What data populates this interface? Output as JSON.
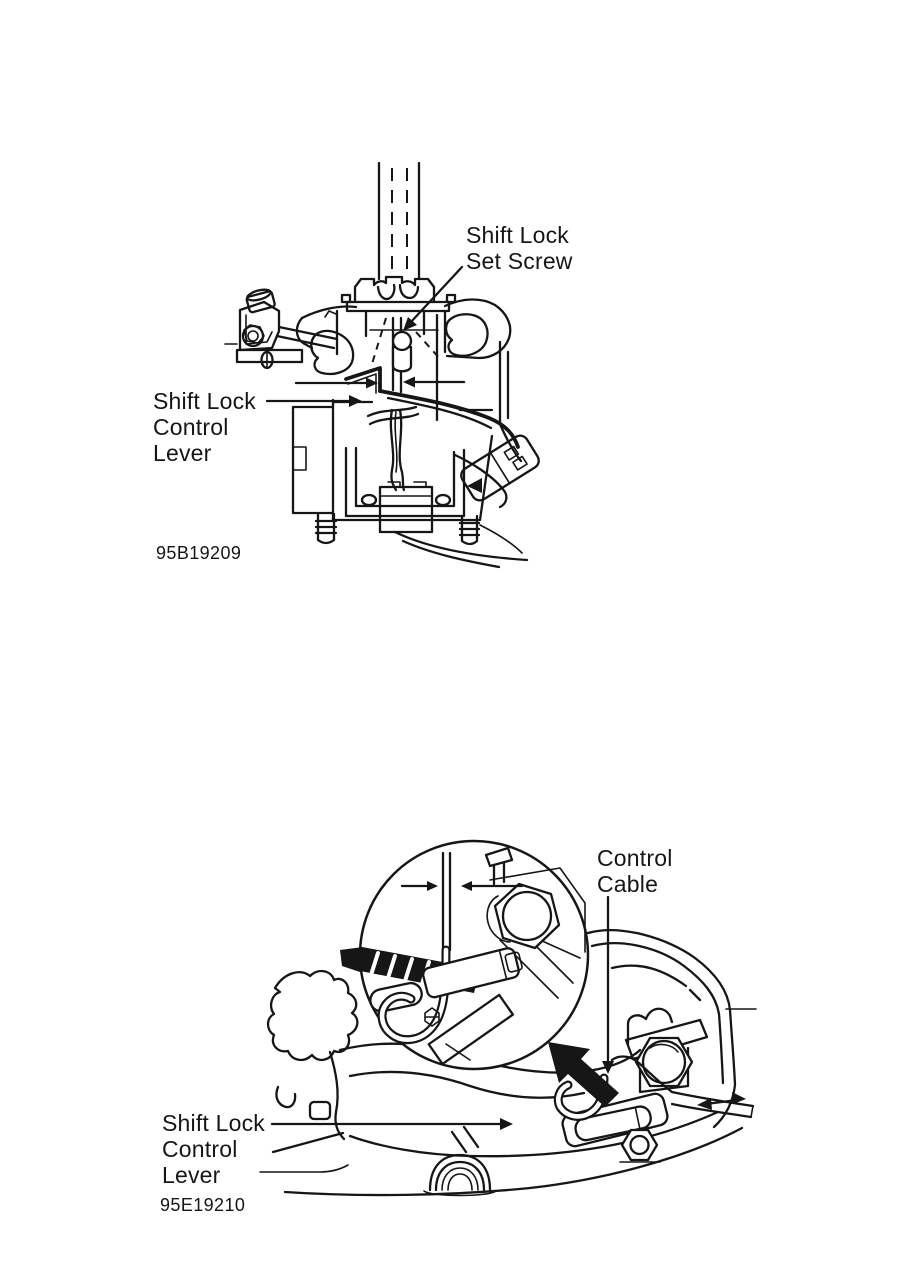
{
  "page": {
    "background_color": "#ffffff",
    "ink_color": "#161616"
  },
  "figure_top": {
    "set_screw_label": "Shift Lock\nSet Screw",
    "lever_label": "Shift Lock\nControl\nLever",
    "figure_id": "95B19209"
  },
  "figure_bottom": {
    "cable_label": "Control\nCable",
    "lever_label": "Shift Lock\nControl\nLever",
    "figure_id": "95E19210"
  }
}
